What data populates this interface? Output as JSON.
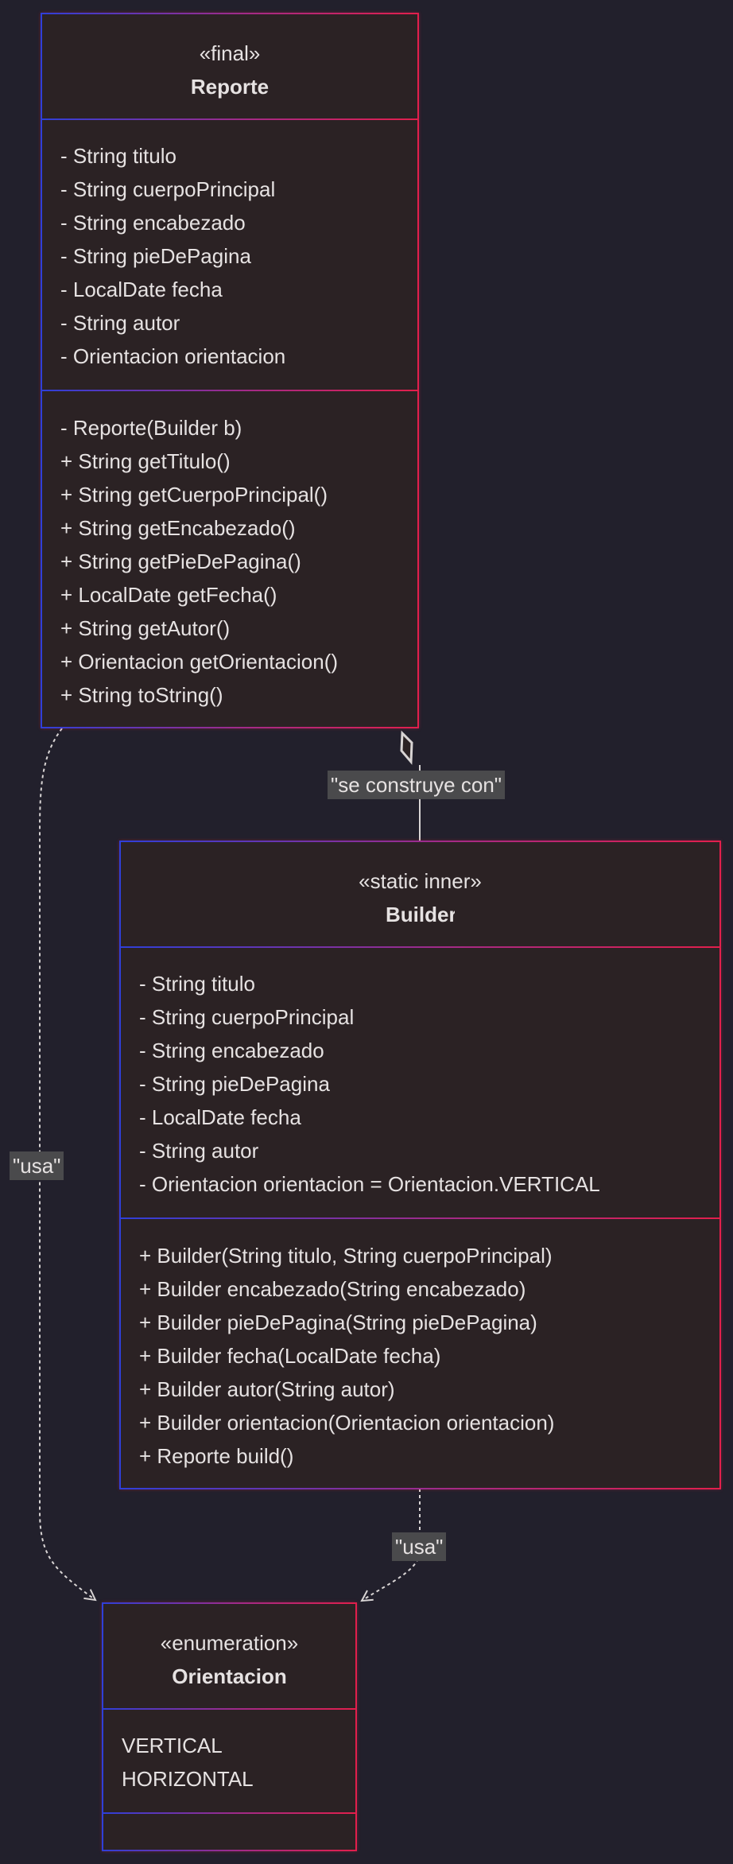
{
  "classes": {
    "reporte": {
      "stereotype": "«final»",
      "name": "Reporte",
      "attributes": [
        "- String titulo",
        "- String cuerpoPrincipal",
        "- String encabezado",
        "- String pieDePagina",
        "- LocalDate fecha",
        "- String autor",
        "- Orientacion orientacion"
      ],
      "methods": [
        "- Reporte(Builder b)",
        "+ String getTitulo()",
        "+ String getCuerpoPrincipal()",
        "+ String getEncabezado()",
        "+ String getPieDePagina()",
        "+ LocalDate getFecha()",
        "+ String getAutor()",
        "+ Orientacion getOrientacion()",
        "+ String toString()"
      ]
    },
    "builder": {
      "stereotype": "«static inner»",
      "name": "Builder",
      "attributes": [
        "- String titulo",
        "- String cuerpoPrincipal",
        "- String encabezado",
        "- String pieDePagina",
        "- LocalDate fecha",
        "- String autor",
        "- Orientacion orientacion = Orientacion.VERTICAL"
      ],
      "methods": [
        "+ Builder(String titulo, String cuerpoPrincipal)",
        "+ Builder encabezado(String encabezado)",
        "+ Builder pieDePagina(String pieDePagina)",
        "+ Builder fecha(LocalDate fecha)",
        "+ Builder autor(String autor)",
        "+ Builder orientacion(Orientacion orientacion)",
        "+ Reporte build()"
      ]
    },
    "orientacion": {
      "stereotype": "«enumeration»",
      "name": "Orientacion",
      "attributes": [
        "VERTICAL",
        "HORIZONTAL"
      ],
      "methods": []
    }
  },
  "relations": {
    "aggregation_label": "\"se construye con\"",
    "reporte_usa_label": "\"usa\"",
    "builder_usa_label": "\"usa\""
  },
  "colors": {
    "background": "#22202c",
    "box_fill": "#2b2224",
    "border_start": "#2f3fd8",
    "border_end": "#e21f4c",
    "text": "#e6e2e2",
    "edge": "#d8d4d4",
    "label_bg": "#4a4a4c"
  }
}
